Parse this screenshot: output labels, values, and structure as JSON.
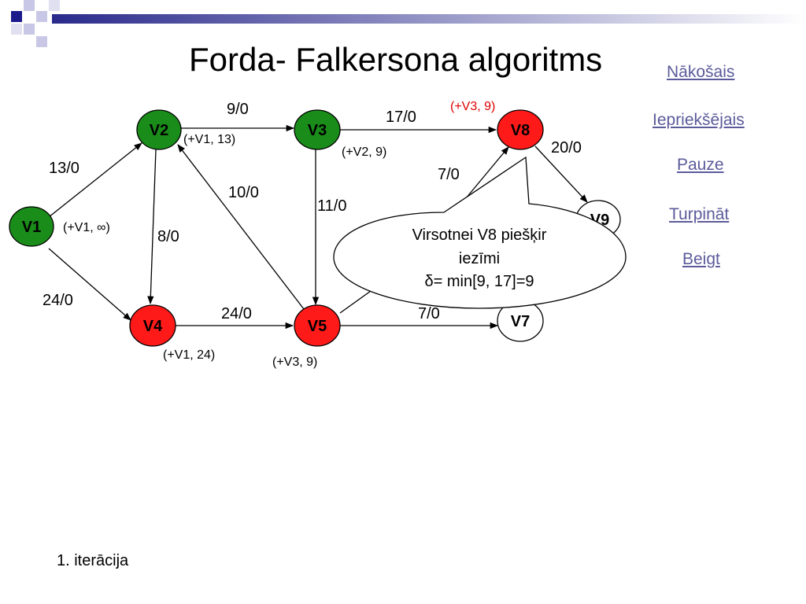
{
  "title": "Forda- Falkersona algoritms",
  "nav": {
    "next": "Nākošais",
    "previous": "Iepriekšējais",
    "pause": "Pauze ",
    "continue": "Turpināt ",
    "end": "Beigt"
  },
  "iteration": "1. iterācija",
  "colors": {
    "green": "#1a8c1a",
    "red": "#ff1a1a",
    "white": "#ffffff",
    "mark_red": "#e00000",
    "nav": "#5b5b9b"
  },
  "nodes": {
    "v1": "V1",
    "v2": "V2",
    "v3": "V3",
    "v4": "V4",
    "v5": "V5",
    "v7": "V7",
    "v8": "V8",
    "v9": "V9"
  },
  "edges": {
    "v1_v2": "13/0",
    "v1_v4": "24/0",
    "v2_v3": "9/0",
    "v2_v4": "8/0",
    "v5_v2": "10/0",
    "v3_v5": "11/0",
    "v3_v8": "17/0",
    "v4_v5": "24/0",
    "v5_v7": "7/0",
    "v8_v9": "20/0",
    "v7_v8": "7/0"
  },
  "marks": {
    "v1": "(+V1, ∞)",
    "v2": "(+V1, 13)",
    "v3": "(+V2, 9)",
    "v4": "(+V1, 24)",
    "v5": "(+V3, 9)",
    "v8": "(+V3, 9)"
  },
  "callout": {
    "line1": "Virsotnei V8 piešķir",
    "line2": "iezīmi",
    "line3": "δ= min[9, 17]=9"
  }
}
